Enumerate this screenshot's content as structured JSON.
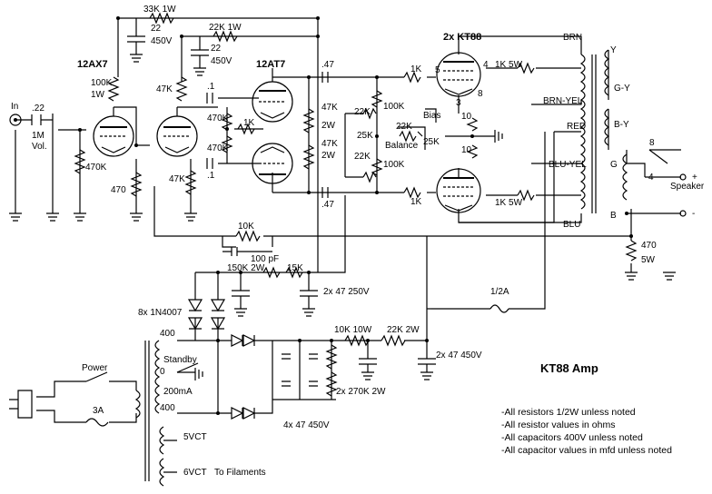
{
  "title": "KT88 Amp",
  "notes": [
    "-All resistors 1/2W unless noted",
    "-All resistor values in ohms",
    "-All capacitors 400V unless noted",
    "-All capacitor values in mfd unless noted"
  ],
  "tubes": {
    "preamp": "12AX7",
    "driver": "12AT7",
    "output": "2x KT88"
  },
  "input": {
    "jack": "In",
    "cap": ".22",
    "pot": "1M",
    "pot_label": "Vol.",
    "grid_res": "470K"
  },
  "stage1": {
    "plate_res": "100K",
    "plate_res2": "1W",
    "cathode_res": "470",
    "plate2_res": "47K",
    "cathode2_res": "47K"
  },
  "supply_top": {
    "r1": "33K 1W",
    "c1": "22",
    "c1v": "450V",
    "r2": "22K 1W",
    "c2": "22",
    "c2v": "450V"
  },
  "coupling": {
    "c1": ".1",
    "c2": ".1",
    "c3": ".47",
    "c4": ".47"
  },
  "driver": {
    "r1": "470K",
    "r2": "1K",
    "r3": "470K",
    "pr1": "47K",
    "pr1w": "2W",
    "pr2": "47K",
    "pr2w": "2W"
  },
  "bias": {
    "r1": "22K",
    "r2": "100K",
    "pot": "25K",
    "pot_label": "Balance",
    "r3": "22K",
    "r4": "100K",
    "bias_label": "Bias",
    "r5": "22K",
    "pot2": "25K"
  },
  "output": {
    "g1": "1K",
    "g2": "1K 5W",
    "g3": "1K",
    "g4": "1K 5W",
    "k1": "10",
    "k2": "10",
    "pins": [
      "5",
      "4",
      "3",
      "8"
    ]
  },
  "transformer": {
    "brn": "BRN",
    "by": "BRN-YEL",
    "red": "RED",
    "bly": "BLU-YEL",
    "blu": "BLU",
    "y": "Y",
    "gy": "G-Y",
    "bly2": "B-Y",
    "g": "G",
    "b": "B",
    "tap8": "8",
    "tap4": "4"
  },
  "speaker": {
    "label": "Speaker",
    "plus": "+",
    "minus": "-"
  },
  "feedback": {
    "r": "10K",
    "c": "100 pF"
  },
  "cath_out": {
    "r": "470",
    "w": "5W"
  },
  "psu": {
    "rect": "8x 1N4007",
    "r1": "150K 2W",
    "r2": "15K",
    "c1": "2x 47 250V",
    "fuse": "1/2A",
    "r3": "10K 10W",
    "r4": "22K 2W",
    "c2": "2x 47 450V",
    "c3": "4x 47 450V",
    "r5": "2x 270K 2W",
    "v400a": "400",
    "v0": "0",
    "v400b": "400",
    "ma": "200mA",
    "standby": "Standby",
    "v5": "5VCT",
    "v6": "6VCT",
    "filaments": "To Filaments",
    "power": "Power",
    "fuse_main": "3A"
  }
}
